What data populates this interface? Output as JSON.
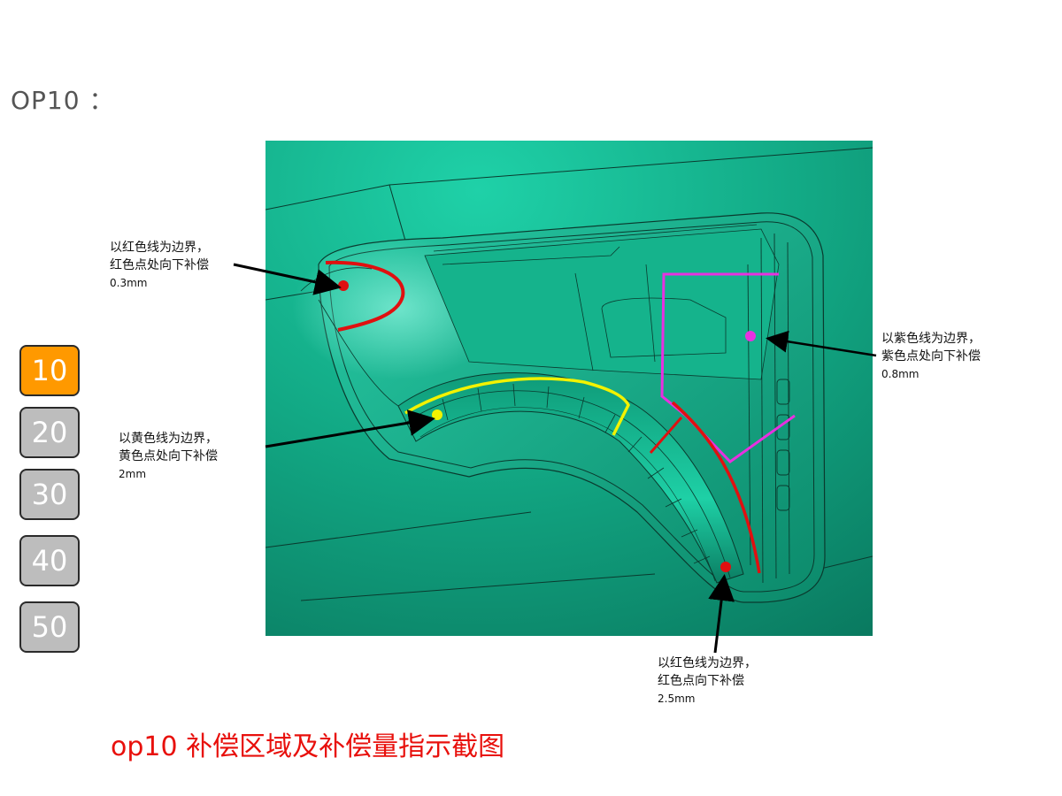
{
  "page": {
    "title": "OP10 ："
  },
  "op_buttons": [
    {
      "label": "10",
      "active": true
    },
    {
      "label": "20",
      "active": false
    },
    {
      "label": "30",
      "active": false
    },
    {
      "label": "40",
      "active": false
    },
    {
      "label": "50",
      "active": false
    }
  ],
  "annotations": {
    "top_left": {
      "line1": "以红色线为边界，",
      "line2": "红色点处向下补偿",
      "value": "0.3mm"
    },
    "mid_left": {
      "line1": "以黄色线为边界，",
      "line2": "黄色点处向下补偿",
      "value": "2mm"
    },
    "right": {
      "line1": "以紫色线为边界，",
      "line2": "紫色点处向下补偿",
      "value": "0.8mm"
    },
    "bottom": {
      "line1": "以红色线为边界，",
      "line2": "红色点向下补偿",
      "value": "2.5mm"
    }
  },
  "caption": "op10 补偿区域及补偿量指示截图",
  "colors": {
    "active_button": "#ff9900",
    "inactive_button": "#bdbdbd",
    "caption_red": "#e8100c",
    "model_teal": "#12a884",
    "red_line": "#e01010",
    "yellow_line": "#f2f200",
    "magenta_line": "#e830e0"
  }
}
